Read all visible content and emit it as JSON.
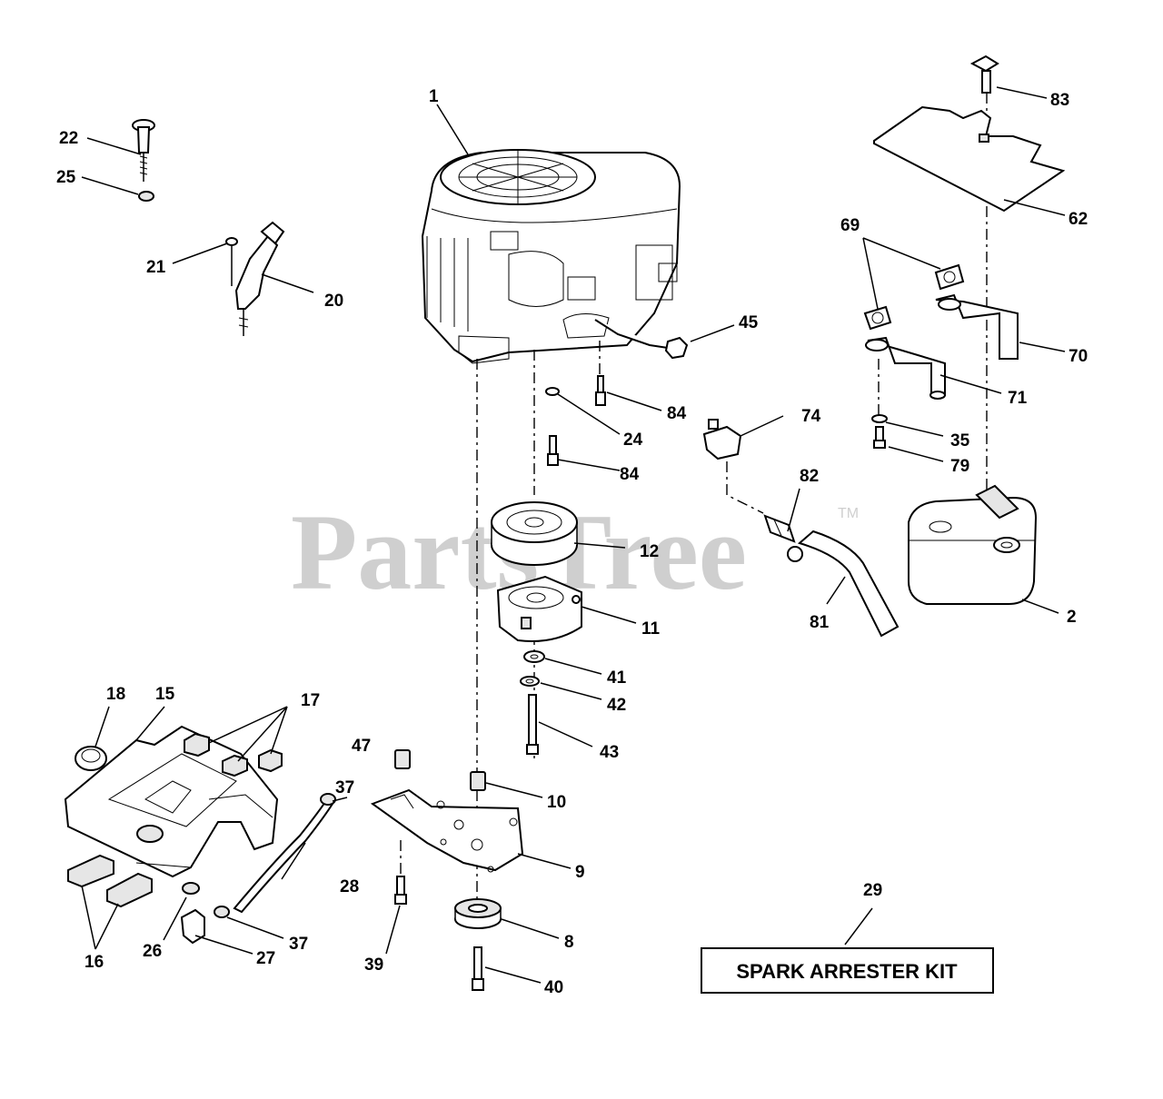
{
  "watermark": {
    "text": "PartsTree",
    "trademark": "TM"
  },
  "callouts": {
    "c1": "1",
    "c2": "2",
    "c8": "8",
    "c9": "9",
    "c10": "10",
    "c11": "11",
    "c12": "12",
    "c15": "15",
    "c16": "16",
    "c17": "17",
    "c18": "18",
    "c20": "20",
    "c21": "21",
    "c22": "22",
    "c24": "24",
    "c25": "25",
    "c26": "26",
    "c27": "27",
    "c28": "28",
    "c29": "29",
    "c35": "35",
    "c37a": "37",
    "c37b": "37",
    "c39": "39",
    "c40": "40",
    "c41": "41",
    "c42": "42",
    "c43": "43",
    "c45": "45",
    "c47": "47",
    "c62": "62",
    "c69": "69",
    "c70": "70",
    "c71": "71",
    "c74": "74",
    "c79": "79",
    "c81": "81",
    "c82": "82",
    "c83": "83",
    "c84a": "84",
    "c84b": "84"
  },
  "kit_label": "SPARK ARRESTER KIT"
}
